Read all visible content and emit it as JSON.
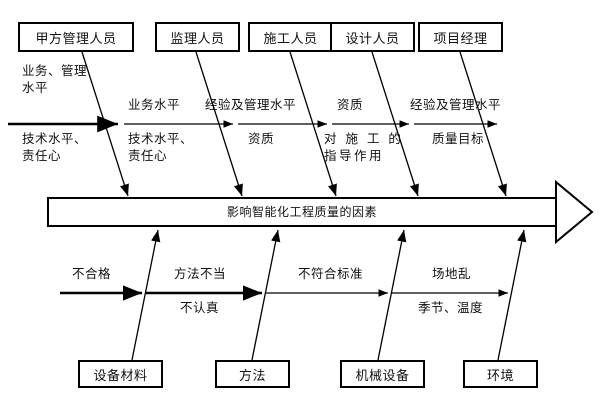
{
  "diagram": {
    "type": "fishbone-ishikawa",
    "spine_label": "影响智能化工程质量的因素",
    "top_categories": [
      {
        "name": "甲方管理人员"
      },
      {
        "name": "监理人员"
      },
      {
        "name": "施工人员"
      },
      {
        "name": "设计人员"
      },
      {
        "name": "项目经理"
      }
    ],
    "bottom_categories": [
      {
        "name": "设备材料"
      },
      {
        "name": "方法"
      },
      {
        "name": "机械设备"
      },
      {
        "name": "环境"
      }
    ],
    "top_causes": [
      {
        "above": "业务、管理\n水平",
        "below": "技术水平、\n责任心"
      },
      {
        "above": "业务水平",
        "below": "技术水平、\n责任心"
      },
      {
        "above": "经验及管理水平",
        "below": "资质"
      },
      {
        "above": "资质",
        "below": "对 施 工 的\n指导作用"
      },
      {
        "above": "经验及管理水平",
        "below": "质量目标"
      }
    ],
    "bottom_causes": [
      {
        "above": "不合格",
        "below": ""
      },
      {
        "above": "方法不当",
        "below": "不认真"
      },
      {
        "above": "不符合标准",
        "below": ""
      },
      {
        "above": "场地乱",
        "below": "季节、温度"
      }
    ],
    "colors": {
      "line": "#000000",
      "text": "#111111",
      "background": "#ffffff"
    }
  }
}
